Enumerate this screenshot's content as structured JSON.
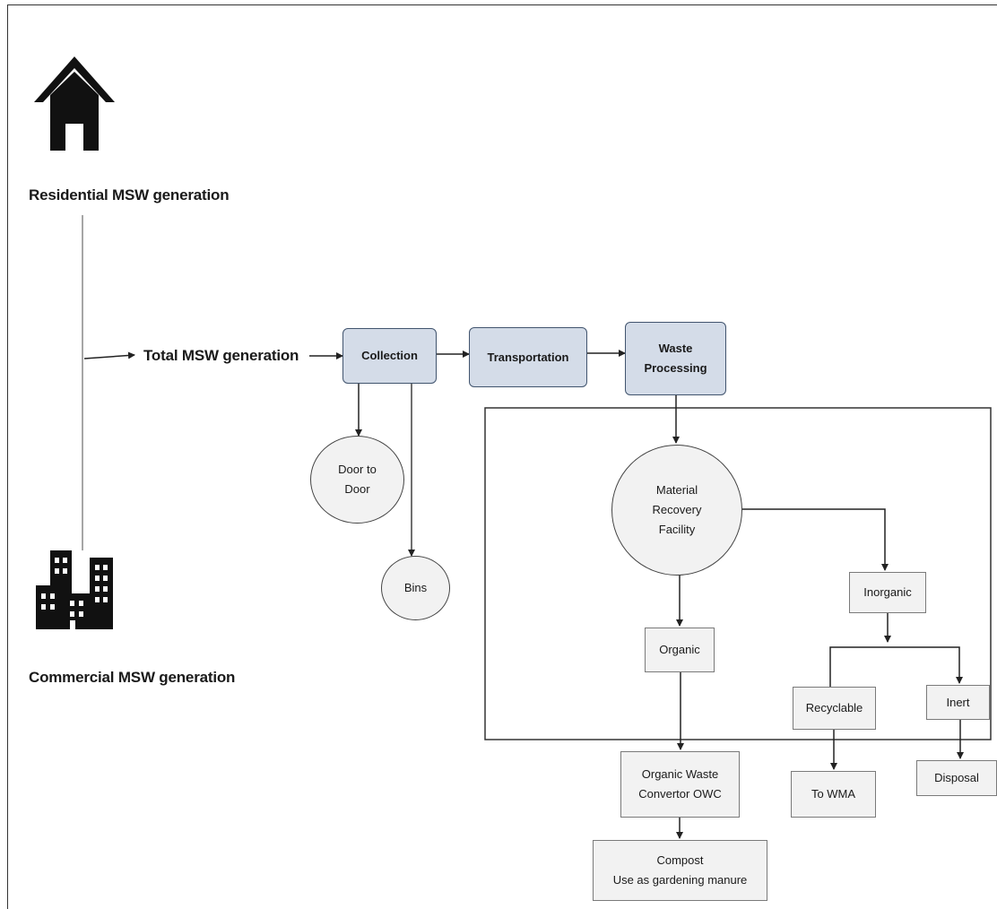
{
  "labels": {
    "residential": "Residential MSW generation",
    "commercial": "Commercial MSW generation",
    "total": "Total MSW generation"
  },
  "nodes": {
    "collection": "Collection",
    "transportation": "Transportation",
    "waste_processing": "Waste\nProcessing",
    "door_to_door": "Door to\nDoor",
    "bins": "Bins",
    "mrf": "Material\nRecovery\nFacility",
    "inorganic": "Inorganic",
    "organic": "Organic",
    "recyclable": "Recyclable",
    "inert": "Inert",
    "owc": "Organic Waste\nConvertor OWC",
    "to_wma": "To WMA",
    "disposal": "Disposal",
    "compost": "Compost\nUse as gardening manure"
  },
  "icons": {
    "residential": "house-icon",
    "commercial": "buildings-icon"
  },
  "colors": {
    "stage_fill": "#d4dce8",
    "stage_border": "#41546e",
    "node_fill": "#f2f2f2",
    "line": "#222222"
  }
}
